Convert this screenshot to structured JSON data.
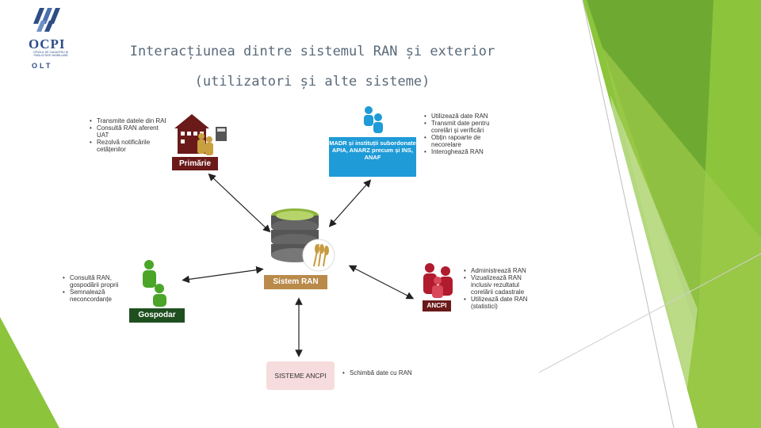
{
  "logo": {
    "abbr": "OCPI",
    "subtitle": "OFICIUL DE CADASTRU ȘI PUBLICITATE IMOBILIARĂ",
    "region": "OLT"
  },
  "title": {
    "line1": "Interacțiunea dintre sistemul RAN și exterior",
    "line2": "(utilizatori și alte sisteme)"
  },
  "nodes": {
    "primarie": {
      "label": "Primărie",
      "bullets": [
        "Transmite datele din RAI",
        "Consultă RAN aferent UAT",
        "Rezolvă notificările cetățenilor"
      ]
    },
    "madr": {
      "label": "MADR și instituții subordonate APIA, ANARZ precum și INS, ANAF",
      "bullets": [
        "Utilizează date RAN",
        "Transmit date pentru corelări și verificări",
        "Obțin rapoarte de necorelare",
        "Interoghează RAN"
      ]
    },
    "sistem_ran": {
      "label": "Sistem RAN"
    },
    "gospodar": {
      "label": "Gospodar",
      "bullets": [
        "Consultă RAN, gospodării proprii",
        "Semnalează neconcordanțe"
      ]
    },
    "ancpi": {
      "label": "ANCPI",
      "bullets": [
        "Administrează RAN",
        "Vizualizează RAN inclusiv rezultatul corelării cadastrale",
        "Utilizează date RAN (statistici)"
      ]
    },
    "sisteme_ancpi": {
      "label": "SISTEME ANCPI",
      "bullets": [
        "Schimbă date cu RAN"
      ]
    }
  },
  "colors": {
    "primarie": "#6b1a1a",
    "madr": "#1f9bd7",
    "sistem_ran": "#b98a4a",
    "gospodar": "#1f4f1f",
    "ancpi": "#6b1a1a",
    "sisteme_ancpi": "#f6dcdc",
    "accent_green": "#8cc43c"
  },
  "icons": [
    "house-icon",
    "users-blue-icon",
    "database-icon",
    "wheat-icon",
    "user-green-icon",
    "users-red-icon"
  ]
}
